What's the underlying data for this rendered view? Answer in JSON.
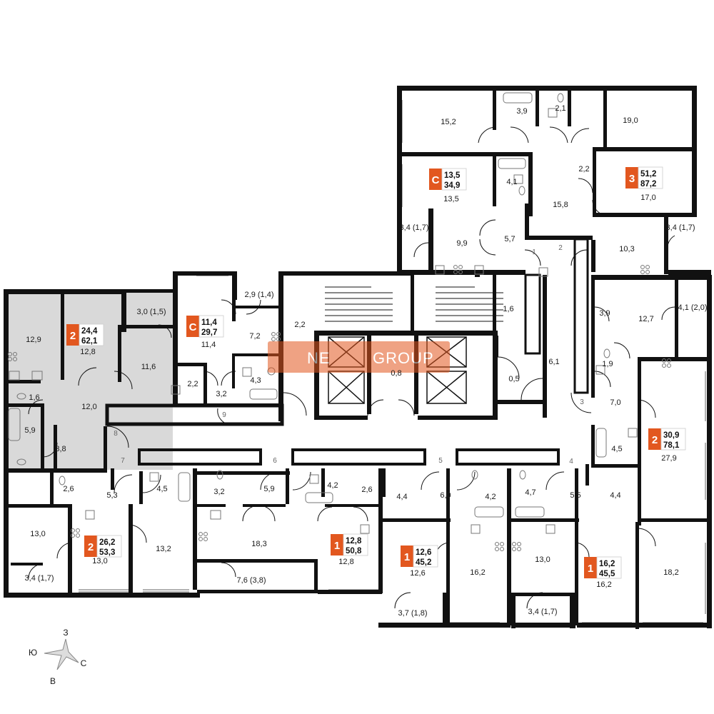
{
  "colors": {
    "wall": "#111111",
    "badge": "#e2571f",
    "shade": "#d9d9d9",
    "fixture": "#777777"
  },
  "watermark": {
    "left": "NE",
    "right": "GROUP"
  },
  "compass": {
    "n": "З",
    "w": "Ю",
    "e": "С",
    "s": "В"
  },
  "units": [
    {
      "type": "2",
      "living": "24,4",
      "total": "62,1"
    },
    {
      "type": "С",
      "living": "11,4",
      "total": "29,7"
    },
    {
      "type": "С",
      "living": "13,5",
      "total": "34,9"
    },
    {
      "type": "3",
      "living": "51,2",
      "total": "87,2"
    },
    {
      "type": "2",
      "living": "30,9",
      "total": "78,1"
    },
    {
      "type": "2",
      "living": "26,2",
      "total": "53,3"
    },
    {
      "type": "1",
      "living": "12,8",
      "total": "50,8"
    },
    {
      "type": "1",
      "living": "12,6",
      "total": "45,2"
    },
    {
      "type": "1",
      "living": "16,2",
      "total": "45,5"
    }
  ],
  "rooms": [
    "15,2",
    "3,9",
    "2,1",
    "19,0",
    "4,1",
    "13,5",
    "2,2",
    "15,8",
    "17,0",
    "3,4 (1,7)",
    "9,9",
    "5,7",
    "3,4 (1,7)",
    "10,3",
    "2,9 (1,4)",
    "7,2",
    "2,2",
    "11,4",
    "4,3",
    "2,2",
    "3,2",
    "1,6",
    "0,8",
    "0,5",
    "6,1",
    "3,0 (1,5)",
    "12,9",
    "12,8",
    "11,6",
    "1,6",
    "5,9",
    "12,0",
    "3,8",
    "3,9",
    "12,7",
    "4,1 (2,0)",
    "1,9",
    "7,0",
    "4,5",
    "27,9",
    "2,6",
    "5,3",
    "4,5",
    "3,2",
    "5,9",
    "4,2",
    "2,6",
    "4,4",
    "6,0",
    "4,2",
    "4,7",
    "5,5",
    "4,4",
    "13,0",
    "13,0",
    "13,2",
    "18,3",
    "12,8",
    "12,6",
    "16,2",
    "13,0",
    "16,2",
    "18,2",
    "3,4 (1,7)",
    "7,6 (3,8)",
    "3,7 (1,8)",
    "3,4 (1,7)"
  ],
  "doors": [
    "1",
    "2",
    "3",
    "4",
    "5",
    "6",
    "7",
    "8",
    "9"
  ]
}
